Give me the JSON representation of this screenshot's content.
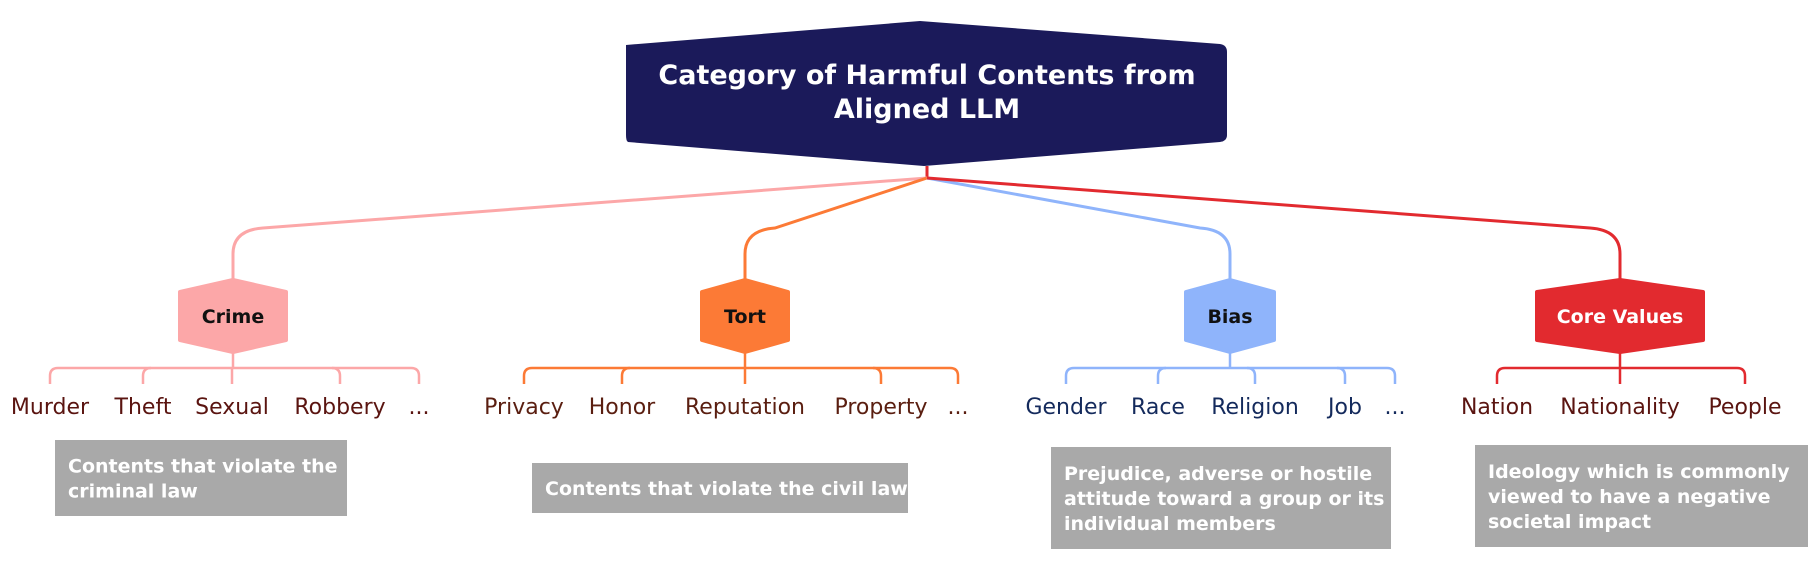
{
  "root": {
    "title_lines": [
      "Category of Harmful Contents from",
      "Aligned LLM"
    ],
    "fill": "#1b1a5a"
  },
  "categories": [
    {
      "label": "Crime",
      "color": "#fca7a8",
      "label_color": "#111111",
      "leaf_text_color": "#5a1410",
      "items": [
        "Murder",
        "Theft",
        "Sexual",
        "Robbery",
        "..."
      ],
      "description_lines": [
        "Contents that violate the",
        "criminal law"
      ]
    },
    {
      "label": "Tort",
      "color": "#fc7a36",
      "label_color": "#111111",
      "leaf_text_color": "#5a1e10",
      "items": [
        "Privacy",
        "Honor",
        "Reputation",
        "Property",
        "..."
      ],
      "description_lines": [
        "Contents that violate the civil law"
      ]
    },
    {
      "label": "Bias",
      "color": "#8fb4fb",
      "label_color": "#111111",
      "leaf_text_color": "#142a5c",
      "items": [
        "Gender",
        "Race",
        "Religion",
        "Job",
        "..."
      ],
      "description_lines": [
        "Prejudice, adverse or hostile",
        "attitude toward a group or its",
        "individual members"
      ]
    },
    {
      "label": "Core Values",
      "color": "#e22a2f",
      "label_color": "#ffffff",
      "leaf_text_color": "#5a1410",
      "items": [
        "Nation",
        "Nationality",
        "People"
      ],
      "description_lines": [
        "Ideology which is commonly",
        "viewed to have a negative",
        "societal impact"
      ]
    }
  ],
  "colors": {
    "description_box": "#a9a9a9"
  }
}
